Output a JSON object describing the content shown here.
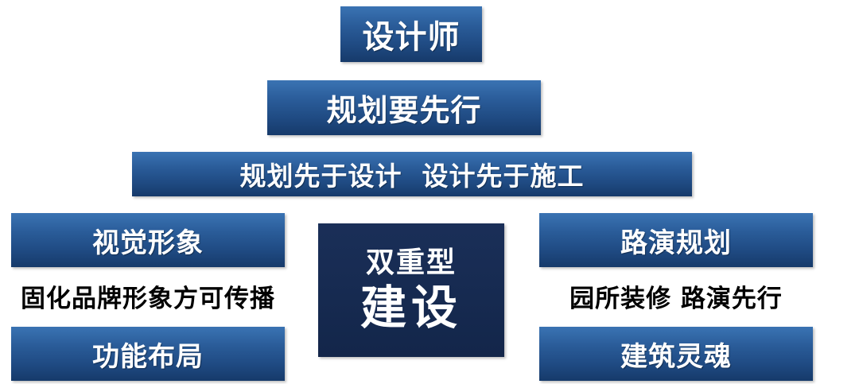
{
  "title": "设计师",
  "subtitle": "规划要先行",
  "slogan": "规划先于设计  设计先于施工",
  "center": {
    "line1": "双重型",
    "line2": "建设"
  },
  "left": {
    "top": "视觉形象",
    "middle": "固化品牌形象方可传播",
    "bottom": "功能布局"
  },
  "right": {
    "top": "路演规划",
    "middle": "园所装修 路演先行",
    "bottom": "建筑灵魂"
  },
  "colors": {
    "box_blue": "#2a5c99",
    "center_navy": "#13264a",
    "text_white": "#ffffff",
    "text_black": "#000000"
  }
}
